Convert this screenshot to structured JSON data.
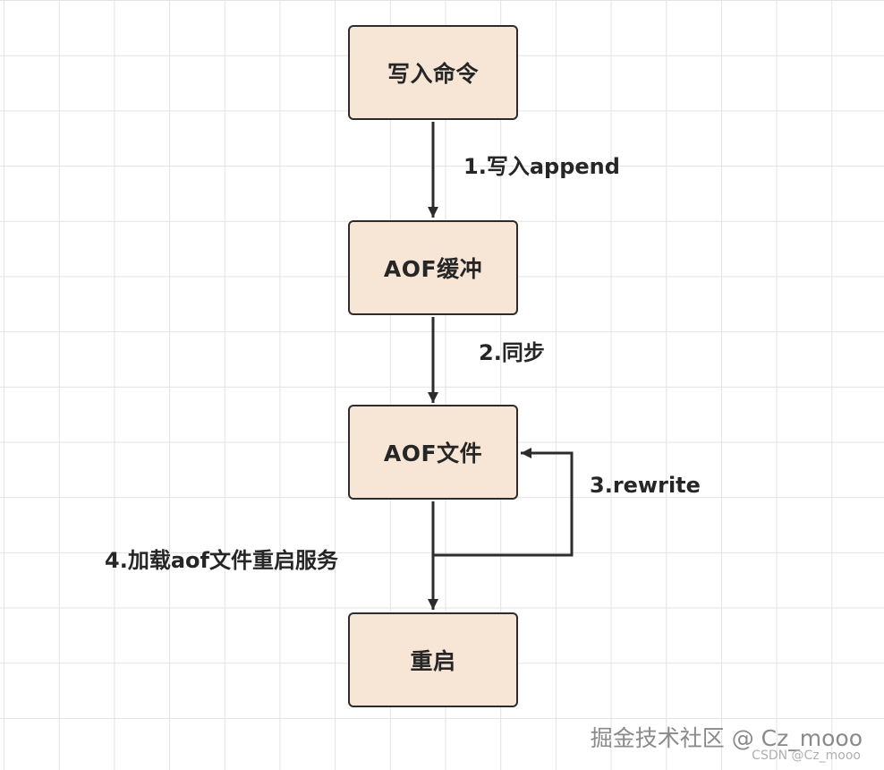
{
  "nodes": {
    "write_command": "写入命令",
    "aof_buffer": "AOF缓冲",
    "aof_file": "AOF文件",
    "restart": "重启"
  },
  "edges": {
    "append": "1.写入append",
    "sync": "2.同步",
    "rewrite": "3.rewrite",
    "load_restart": "4.加载aof文件重启服务"
  },
  "watermark": {
    "main": "掘金技术社区 @ Cz_mooo",
    "sub": "CSDN @Cz_mooo"
  },
  "colors": {
    "node_fill": "#f7e6d6",
    "stroke": "#2c2c2c"
  }
}
